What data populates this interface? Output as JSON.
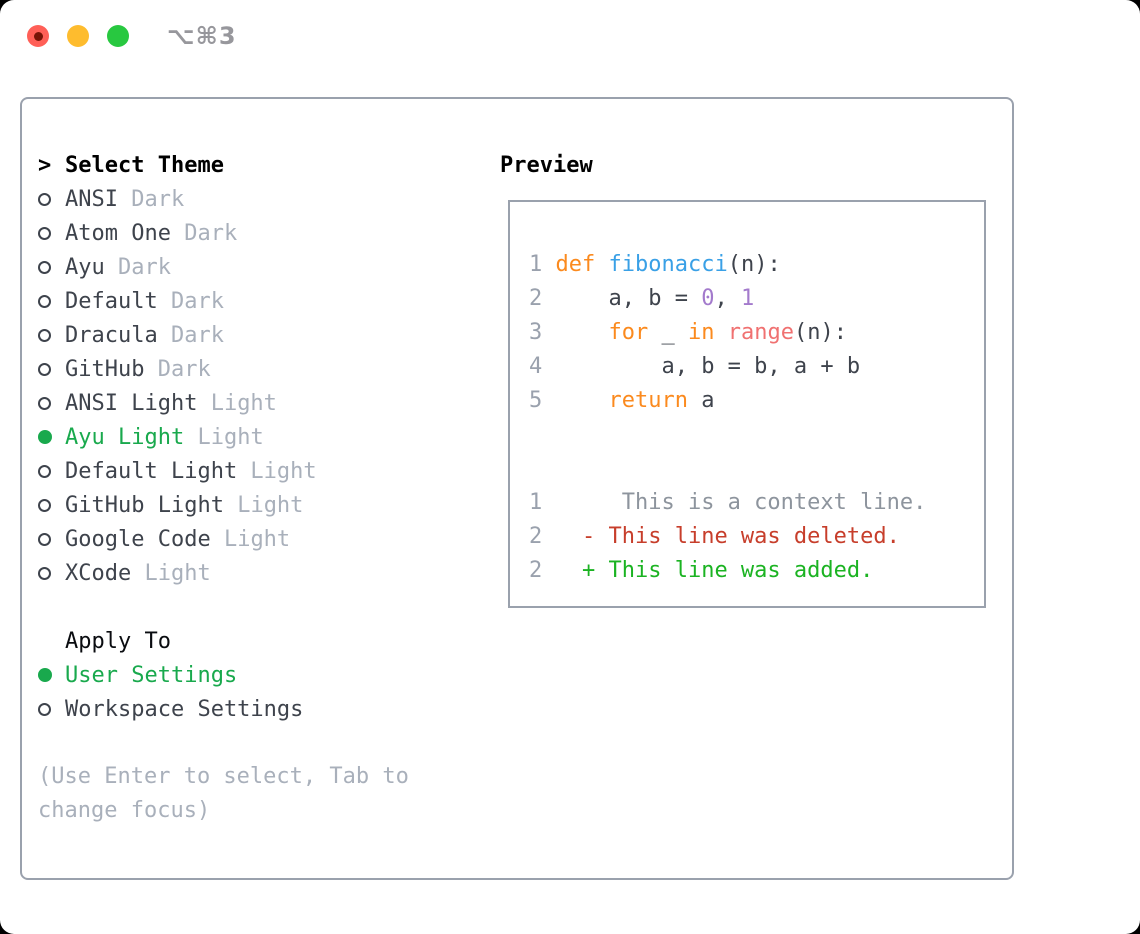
{
  "window": {
    "shortcut_label": "⌥⌘3"
  },
  "colors": {
    "panel_border": "#9AA1AD",
    "text": "#3E434C",
    "muted": "#A9B0BB",
    "selection_green": "#19A94D",
    "keyword_orange": "#FB8A1E",
    "function_blue": "#39A0E6",
    "number_purple": "#A37ACC",
    "builtin_red": "#F07171",
    "line_number_gray": "#9AA1AD",
    "diff_context_gray": "#8D949D",
    "diff_deleted_red": "#C73E2B",
    "diff_added_green": "#1BB322",
    "traffic_red": "#FF5F57",
    "traffic_yellow": "#FEBC2E",
    "traffic_green": "#28C840"
  },
  "theme_panel": {
    "title": "Select Theme",
    "cursor": ">",
    "items": [
      {
        "name": "ANSI",
        "tag": "Dark",
        "selected": false
      },
      {
        "name": "Atom One",
        "tag": "Dark",
        "selected": false
      },
      {
        "name": "Ayu",
        "tag": "Dark",
        "selected": false
      },
      {
        "name": "Default",
        "tag": "Dark",
        "selected": false
      },
      {
        "name": "Dracula",
        "tag": "Dark",
        "selected": false
      },
      {
        "name": "GitHub",
        "tag": "Dark",
        "selected": false
      },
      {
        "name": "ANSI Light",
        "tag": "Light",
        "selected": false
      },
      {
        "name": "Ayu Light",
        "tag": "Light",
        "selected": true
      },
      {
        "name": "Default Light",
        "tag": "Light",
        "selected": false
      },
      {
        "name": "GitHub Light",
        "tag": "Light",
        "selected": false
      },
      {
        "name": "Google Code",
        "tag": "Light",
        "selected": false
      },
      {
        "name": "XCode",
        "tag": "Light",
        "selected": false
      }
    ],
    "apply_to": {
      "title": "Apply To",
      "options": [
        {
          "label": "User Settings",
          "selected": true
        },
        {
          "label": "Workspace Settings",
          "selected": false
        }
      ]
    },
    "hint": "(Use Enter to select, Tab to change focus)"
  },
  "preview": {
    "title": "Preview",
    "code_lines": [
      {
        "num": "1",
        "tokens": [
          [
            "def",
            "kw"
          ],
          [
            " ",
            "fg"
          ],
          [
            "fibonacci",
            "fn"
          ],
          [
            "(n):",
            "fg"
          ]
        ]
      },
      {
        "num": "2",
        "tokens": [
          [
            "    a, b = ",
            "fg"
          ],
          [
            "0",
            "num"
          ],
          [
            ", ",
            "fg"
          ],
          [
            "1",
            "num"
          ]
        ]
      },
      {
        "num": "3",
        "tokens": [
          [
            "    ",
            "fg"
          ],
          [
            "for",
            "kw"
          ],
          [
            " _ ",
            "fg"
          ],
          [
            "in",
            "kw"
          ],
          [
            " ",
            "fg"
          ],
          [
            "range",
            "call"
          ],
          [
            "(n):",
            "fg"
          ]
        ]
      },
      {
        "num": "4",
        "tokens": [
          [
            "        a, b = b, a + b",
            "fg"
          ]
        ]
      },
      {
        "num": "5",
        "tokens": [
          [
            "    ",
            "fg"
          ],
          [
            "return",
            "kw"
          ],
          [
            " a",
            "fg"
          ]
        ]
      }
    ],
    "diff_lines": [
      {
        "num": "1",
        "text": "     This is a context line.",
        "kind": "context"
      },
      {
        "num": "2",
        "text": "  - This line was deleted.",
        "kind": "deleted"
      },
      {
        "num": "2",
        "text": "  + This line was added.",
        "kind": "added"
      }
    ]
  }
}
